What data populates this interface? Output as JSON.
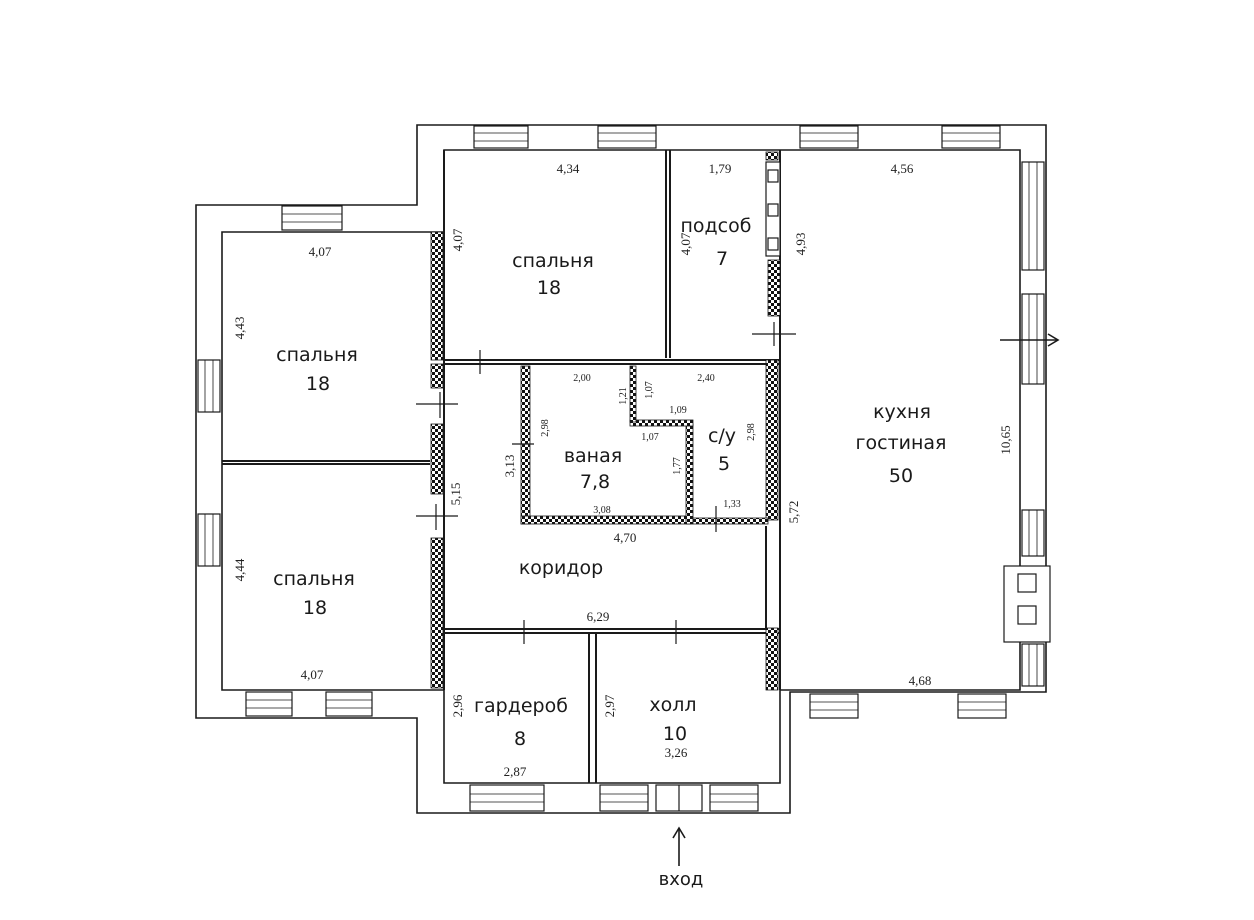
{
  "rooms": {
    "bedroom_top": {
      "name": "спальня",
      "area": "18"
    },
    "bedroom_left_top": {
      "name": "спальня",
      "area": "18"
    },
    "bedroom_left_bottom": {
      "name": "спальня",
      "area": "18"
    },
    "utility": {
      "name": "подсоб",
      "area": "7"
    },
    "bath": {
      "name": "ваная",
      "area": "7,8"
    },
    "wc": {
      "name": "с/у",
      "area": "5"
    },
    "kitchen": {
      "name_line1": "кухня",
      "name_line2": "гостиная",
      "area": "50"
    },
    "corridor": {
      "name": "коридор"
    },
    "wardrobe": {
      "name": "гардероб",
      "area": "8"
    },
    "hall": {
      "name": "холл",
      "area": "10"
    }
  },
  "dimensions": {
    "d434": "4,34",
    "d179": "1,79",
    "d456": "4,56",
    "d407_top": "4,07",
    "d407_bt": "4,07",
    "d407_ut": "4,07",
    "d493": "4,93",
    "d443": "4,43",
    "d444": "4,44",
    "d407_bottom": "4,07",
    "d515": "5,15",
    "d200": "2,00",
    "d121": "1,21",
    "d107a": "1,07",
    "d240": "2,40",
    "d109": "1,09",
    "d298a": "2,98",
    "d313": "3,13",
    "d107b": "1,07",
    "d177": "1,77",
    "d298b": "2,98",
    "d308": "3,08",
    "d133": "1,33",
    "d470": "4,70",
    "d572": "5,72",
    "d1065": "10,65",
    "d629": "6,29",
    "d468": "4,68",
    "d296": "2,96",
    "d297": "2,97",
    "d287": "2,87",
    "d326": "3,26"
  },
  "entrance": {
    "label": "вход"
  },
  "colors": {
    "wall": "#1a1a1a",
    "background": "#ffffff",
    "hatch": "#111111"
  }
}
